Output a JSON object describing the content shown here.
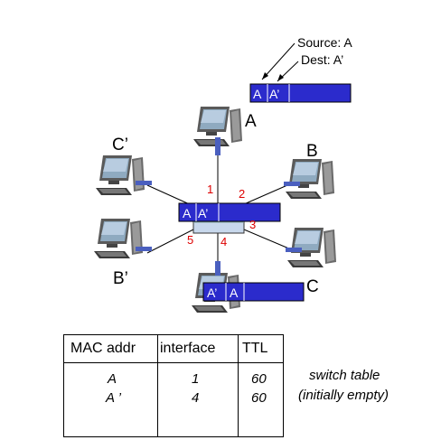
{
  "annotation": {
    "source": "Source: A",
    "dest": "Dest: A’"
  },
  "hosts": {
    "A": "A",
    "B": "B",
    "C": "C",
    "Cp": "C’",
    "Bp": "B’"
  },
  "ports": {
    "p1": "1",
    "p2": "2",
    "p3": "3",
    "p4": "4",
    "p5": "5"
  },
  "frames": {
    "top": {
      "src": "A",
      "dst": "A’"
    },
    "switch": {
      "src": "A",
      "dst": "A’"
    },
    "bottom": {
      "dst": "A’",
      "src": "A"
    }
  },
  "table": {
    "headers": {
      "mac": "MAC addr",
      "iface": "interface",
      "ttl": "TTL"
    },
    "rows": [
      {
        "mac": "A",
        "iface": "1",
        "ttl": "60"
      },
      {
        "mac": "A ’",
        "iface": "4",
        "ttl": "60"
      }
    ]
  },
  "caption": {
    "line1": "switch table",
    "line2": "(initially empty)"
  },
  "colors": {
    "frame": "#2b2bcc",
    "port_label": "#dd0000",
    "switch_body": "#c8d8ec"
  }
}
